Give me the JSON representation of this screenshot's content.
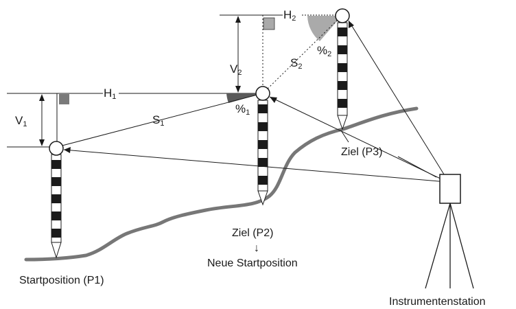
{
  "labels": {
    "h1": "H",
    "h1_sub": "1",
    "h2": "H",
    "h2_sub": "2",
    "v1": "V",
    "v1_sub": "1",
    "v2": "V",
    "v2_sub": "2",
    "s1": "S",
    "s1_sub": "1",
    "s2": "S",
    "s2_sub": "2",
    "pct1": "%",
    "pct1_sub": "1",
    "pct2": "%",
    "pct2_sub": "2",
    "start_p1": "Startposition (P1)",
    "target_p2": "Ziel (P2)",
    "arrow_down": "↓",
    "new_start": "Neue Startposition",
    "target_p3": "Ziel (P3)",
    "instrument": "Instrumentenstation"
  },
  "colors": {
    "ground": "#777777",
    "angle_fill_dark": "#5a5a5a",
    "angle_fill_light": "#aaaaaa",
    "marker_square": "#7a7a7a"
  }
}
